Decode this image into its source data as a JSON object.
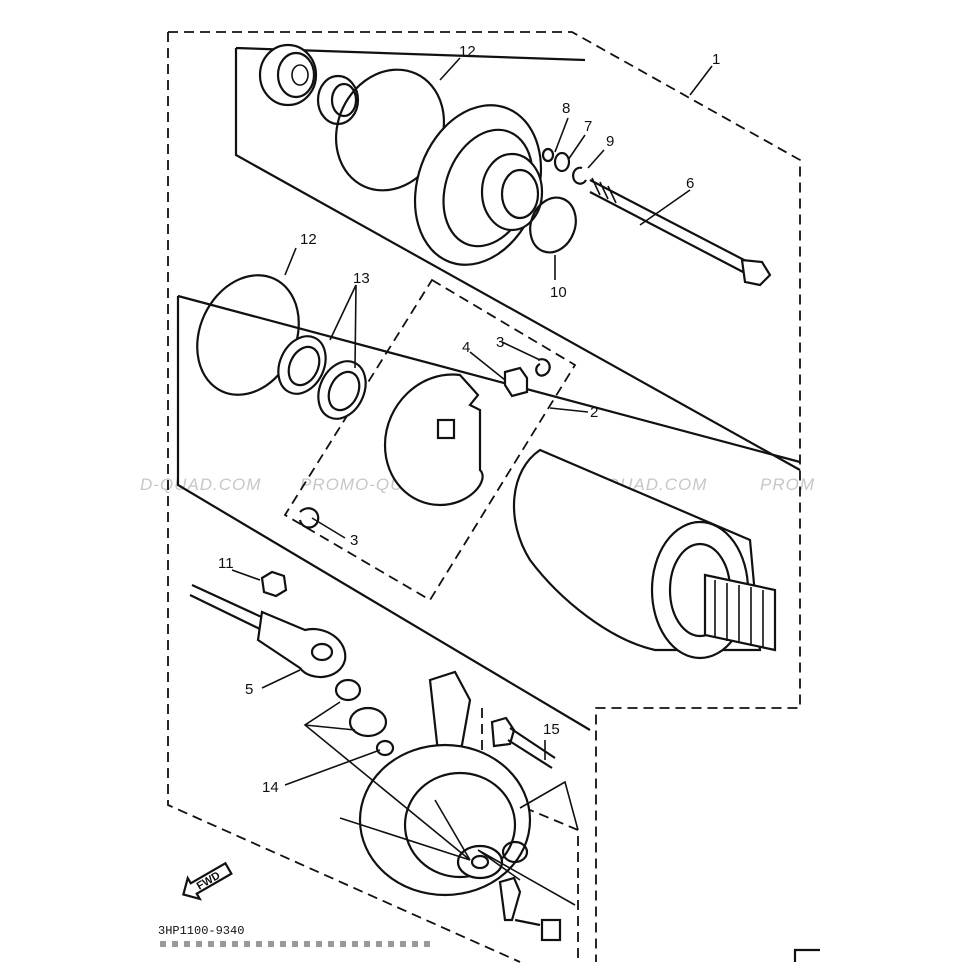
{
  "watermark": {
    "text_1": "D-QUAD.COM",
    "text_2": "PROMO-QUAD.COM",
    "text_3": "PROMO-QUAD.COM",
    "text_4": "PROM"
  },
  "callouts": {
    "c1": "1",
    "c2": "2",
    "c3a": "3",
    "c3b": "3",
    "c4": "4",
    "c5": "5",
    "c6": "6",
    "c7": "7",
    "c8": "8",
    "c9": "9",
    "c10": "10",
    "c11": "11",
    "c12a": "12",
    "c12b": "12",
    "c13": "13",
    "c14": "14",
    "c15": "15"
  },
  "fwd_label": "FWD",
  "part_code": "3HP1100-9340"
}
